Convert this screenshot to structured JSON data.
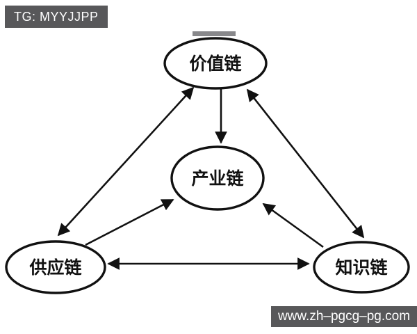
{
  "watermarks": {
    "top_left": "TG: MYYJJPP",
    "bottom_right": "www.zh–pgcg–pg.com"
  },
  "diagram": {
    "nodes": {
      "value_chain": {
        "label": "价值链"
      },
      "industry_chain": {
        "label": "产业链"
      },
      "supply_chain": {
        "label": "供应链"
      },
      "knowledge_chain": {
        "label": "知识链"
      }
    },
    "edges": [
      {
        "from": "价值链",
        "to": "产业链",
        "arrows": "one-way"
      },
      {
        "from": "价值链",
        "to": "供应链",
        "arrows": "two-way"
      },
      {
        "from": "价值链",
        "to": "知识链",
        "arrows": "two-way"
      },
      {
        "from": "供应链",
        "to": "产业链",
        "arrows": "one-way"
      },
      {
        "from": "知识链",
        "to": "产业链",
        "arrows": "one-way"
      },
      {
        "from": "供应链",
        "to": "知识链",
        "arrows": "two-way"
      }
    ]
  },
  "colors": {
    "ink": "#111111",
    "watermark_background": "#58585a",
    "watermark_text": "#ffffff",
    "page_background": "#ffffff"
  }
}
